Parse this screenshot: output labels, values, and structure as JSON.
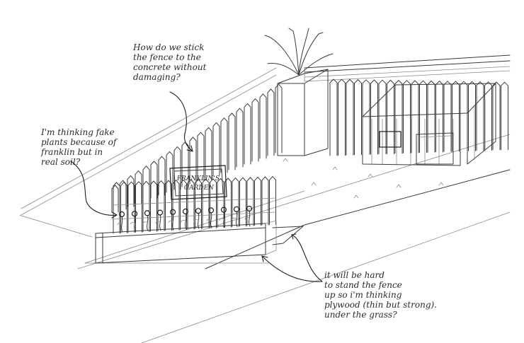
{
  "annotations": {
    "fence_question": "How do we stick\nthe fence to the\nconcrete without\ndamaging?",
    "plants_note": "I'm thinking fake\nplants because of\nfranklin but in\nreal soil?",
    "plywood_note": "it will be hard\nto stand the fence\nup so i'm thinking\nplywood (thin but strong).\nunder the grass?"
  },
  "sign": {
    "line1": "FRANKLIN'S",
    "line2": "GARDEN"
  }
}
